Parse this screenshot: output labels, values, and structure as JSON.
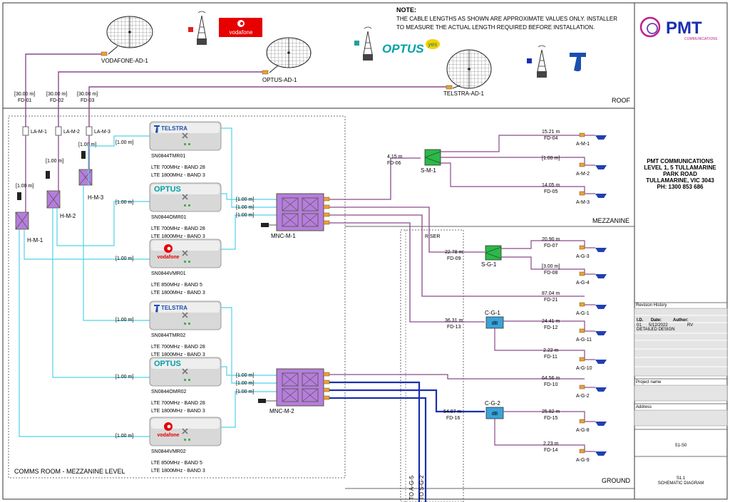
{
  "note": {
    "heading": "NOTE:",
    "line1": "THE CABLE LENGTHS AS SHOWN ARE APPROXIMATE VALUES ONLY. INSTALLER",
    "line2": "TO MEASURE THE ACTUAL LENGTH REQUIRED BEFORE INSTALLATION."
  },
  "carriers": {
    "vodafone": "vodafone",
    "optus": "OPTUS",
    "optus_yes": "yes"
  },
  "antennas": {
    "vodafone": "VODAFONE-AD-1",
    "optus": "OPTUS-AD-1",
    "telstra": "TELSTRA-AD-1"
  },
  "feeders_top": [
    {
      "len": "[30.00 m]",
      "id": "FD-01"
    },
    {
      "len": "[30.00 m]",
      "id": "FD-02"
    },
    {
      "len": "[30.00 m]",
      "id": "FD-03"
    }
  ],
  "zones": {
    "roof": "ROOF",
    "mezzanine": "MEZZANINE",
    "ground": "GROUND",
    "riser": "RISER",
    "comms_room": "COMMS ROOM - MEZZANINE LEVEL"
  },
  "arrestors": [
    "LA-M-1",
    "LA-M-2",
    "LA-M-3"
  ],
  "hybrids": [
    "H-M-1",
    "H-M-2",
    "H-M-3"
  ],
  "jumpers": {
    "h1": "[1.00 m]",
    "h2": "[1.00 m]",
    "h3": "[1.00 m]",
    "r1": "[1.00 m]",
    "r2": "[1.00 m]",
    "r3": "[1.00 m]",
    "r4": "[1.00 m]",
    "r5": "[1.00 m]",
    "r6": "[1.00 m]",
    "m1a": "[1.00 m]",
    "m1b": "[1.00 m]",
    "m1c": "[1.00 m]",
    "m2a": "[1.00 m]",
    "m2b": "[1.00 m]",
    "m2c": "[1.00 m]"
  },
  "repeaters": [
    {
      "brand": "TELSTRA",
      "model": "SN0844TMR01",
      "band1": "LTE 700MHz - BAND 28",
      "band2": "LTE 1800MHz - BAND 3"
    },
    {
      "brand": "OPTUS",
      "model": "SN0844OMR01",
      "band1": "LTE 700MHz - BAND 28",
      "band2": "LTE 1800MHz - BAND 3"
    },
    {
      "brand": "vodafone",
      "model": "SN0844VMR01",
      "band1": "LTE 850MHz - BAND 5",
      "band2": "LTE 1800MHz - BAND 3"
    },
    {
      "brand": "TELSTRA",
      "model": "SN0844TMR02",
      "band1": "LTE 700MHz - BAND 28",
      "band2": "LTE 1800MHz - BAND 3"
    },
    {
      "brand": "OPTUS",
      "model": "SN0844OMR02",
      "band1": "LTE 700MHz - BAND 28",
      "band2": "LTE 1800MHz - BAND 3"
    },
    {
      "brand": "vodafone",
      "model": "SN0844VMR02",
      "band1": "LTE 850MHz - BAND 5",
      "band2": "LTE 1800MHz - BAND 3"
    }
  ],
  "combiners": [
    "MNC-M-1",
    "MNC-M-2"
  ],
  "splitters": [
    "S-M-1",
    "S-G-1"
  ],
  "couplers": [
    "C-G-1",
    "C-G-2"
  ],
  "couplers_label": "dB",
  "feeders": {
    "fd04": {
      "len": "15.21 m",
      "id": "FD-04"
    },
    "fd06": {
      "len": "4.15 m",
      "id": "FD-06"
    },
    "am2": {
      "len": "[1.00 m]"
    },
    "fd05": {
      "len": "14.05 m",
      "id": "FD-05"
    },
    "fd07": {
      "len": "20.90 m",
      "id": "FD-07"
    },
    "fd09": {
      "len": "22.78 m",
      "id": "FD-09"
    },
    "fd08": {
      "len": "[3.00 m]",
      "id": "FD-08"
    },
    "fd21": {
      "len": "87.04 m",
      "id": "FD-21"
    },
    "fd13": {
      "len": "36.31 m",
      "id": "FD-13"
    },
    "fd12": {
      "len": "24.41 m",
      "id": "FD-12"
    },
    "fd11": {
      "len": "2.22 m",
      "id": "FD-11"
    },
    "fd10": {
      "len": "64.56 m",
      "id": "FD-10"
    },
    "fd16": {
      "len": "54.87 m",
      "id": "FD-16"
    },
    "fd15": {
      "len": "25.82 m",
      "id": "FD-15"
    },
    "fd14": {
      "len": "2.23 m",
      "id": "FD-14"
    }
  },
  "antennas_indoor": [
    "A-M-1",
    "A-M-2",
    "A-M-3",
    "A-G-3",
    "A-G-4",
    "A-G-1",
    "A-G-11",
    "A-G-10",
    "A-G-2",
    "A-G-8",
    "A-G-9"
  ],
  "bottom_labels": [
    "TO A-G-5",
    "TO S-G-2"
  ],
  "titleblock": {
    "logo": "PMT",
    "logo_sub": "COMMUNICATIONS",
    "addr1": "PMT COMMUNICATIONS",
    "addr2": "LEVEL 1, 5 TULLAMARINE",
    "addr3": "PARK ROAD",
    "addr4": "TULLAMARINE, VIC 3043",
    "addr5": "PH:  1300 853 686",
    "revision_history": "Revision History",
    "col_id": "I.D.",
    "col_date": "Date:",
    "col_author": "Author:",
    "rev_id": "01",
    "rev_date": "5/12/2022",
    "rev_author": "RV",
    "rev_desc": "DETAILED DESIGN",
    "project_name": "Project name",
    "address": "Address",
    "sheet_no": "S1-S0",
    "sheet_ref": "S1.1",
    "sheet_title": "SCHEMATIC DIAGRAM"
  },
  "colors": {
    "feeder": "#8a4a8a",
    "jumper": "#4fd2e8",
    "bus": "#1a2fb0",
    "splitter": "#2db84a",
    "coupler": "#3aa3d8",
    "hybrid": "#b57de0",
    "antenna": "#2040b0",
    "vodafone": "#e60000",
    "optus": "#00a0a8",
    "telstra": "#1a4fb0"
  }
}
